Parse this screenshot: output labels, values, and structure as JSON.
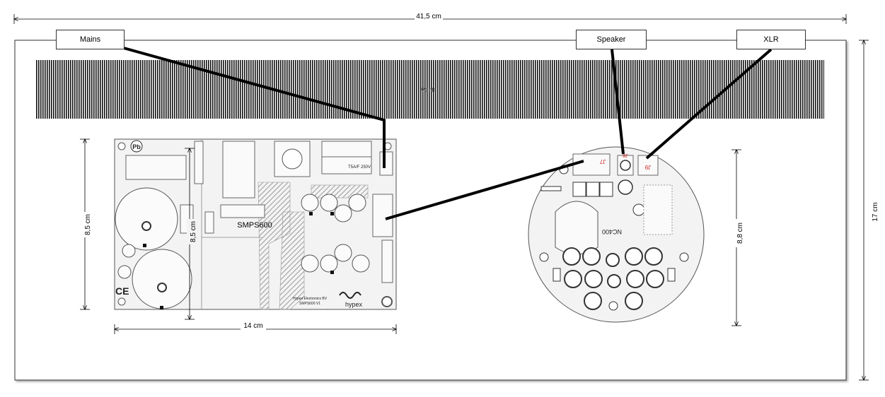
{
  "dimensions": {
    "total_width": "41,5 cm",
    "total_height": "17 cm",
    "smps_width": "14 cm",
    "smps_height_left": "8,5 cm",
    "smps_height_inner": "8,5 cm",
    "ncore_height": "8,8 cm"
  },
  "callouts": {
    "mains": "Mains",
    "speaker": "Speaker",
    "xlr": "XLR"
  },
  "heatsink_label": "Vents",
  "smps_board": {
    "name": "SMPS600",
    "maker_line": "Hypex Electronics BV",
    "model_line": "SMPS600 V1",
    "brand": "hypex",
    "fuse_rating": "T5A/F 250V",
    "ce_mark": "CE",
    "pb_mark": "Pb"
  },
  "ncore_board": {
    "name": "NC400",
    "j7": "J7",
    "j8": "J8",
    "j9": "J9"
  },
  "colors": {
    "line": "#000000",
    "pcb_fill": "#f2f2f2",
    "pcb_stroke": "#555555",
    "red_label": "#cc2222"
  }
}
